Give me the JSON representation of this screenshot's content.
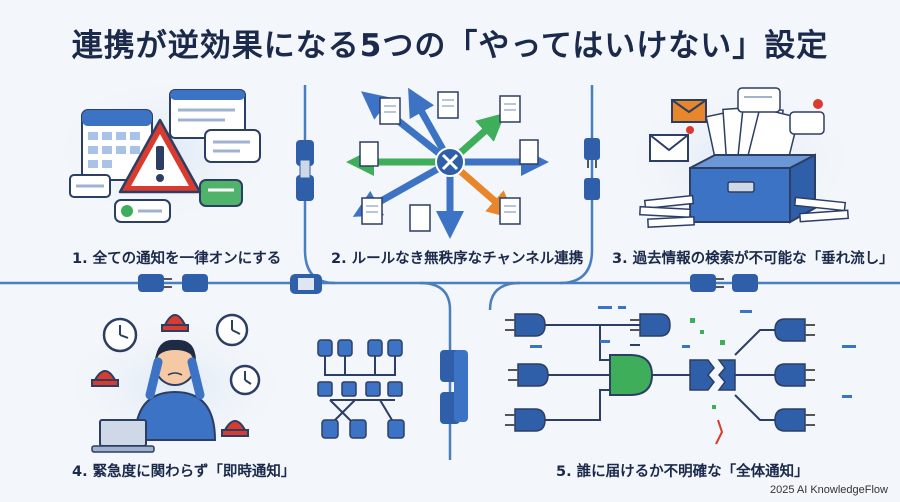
{
  "title": "連携が逆効果になる5つの「やってはいけない」設定",
  "panels": [
    {
      "label": "1. 全ての通知を一律オンにする"
    },
    {
      "label": "2. ルールなき無秩序なチャンネル連携"
    },
    {
      "label": "3. 過去情報の検索が不可能な「垂れ流し」"
    },
    {
      "label": "4. 緊急度に関わらず「即時通知」"
    },
    {
      "label": "5. 誰に届けるか不明確な「全体通知」"
    }
  ],
  "footer": "2025 AI KnowledgeFlow",
  "colors": {
    "navy": "#1b2a4a",
    "blue": "#3d73c4",
    "green": "#3fae5a",
    "orange": "#e8862c",
    "red": "#d93c2f",
    "line": "#4a7fbf"
  }
}
